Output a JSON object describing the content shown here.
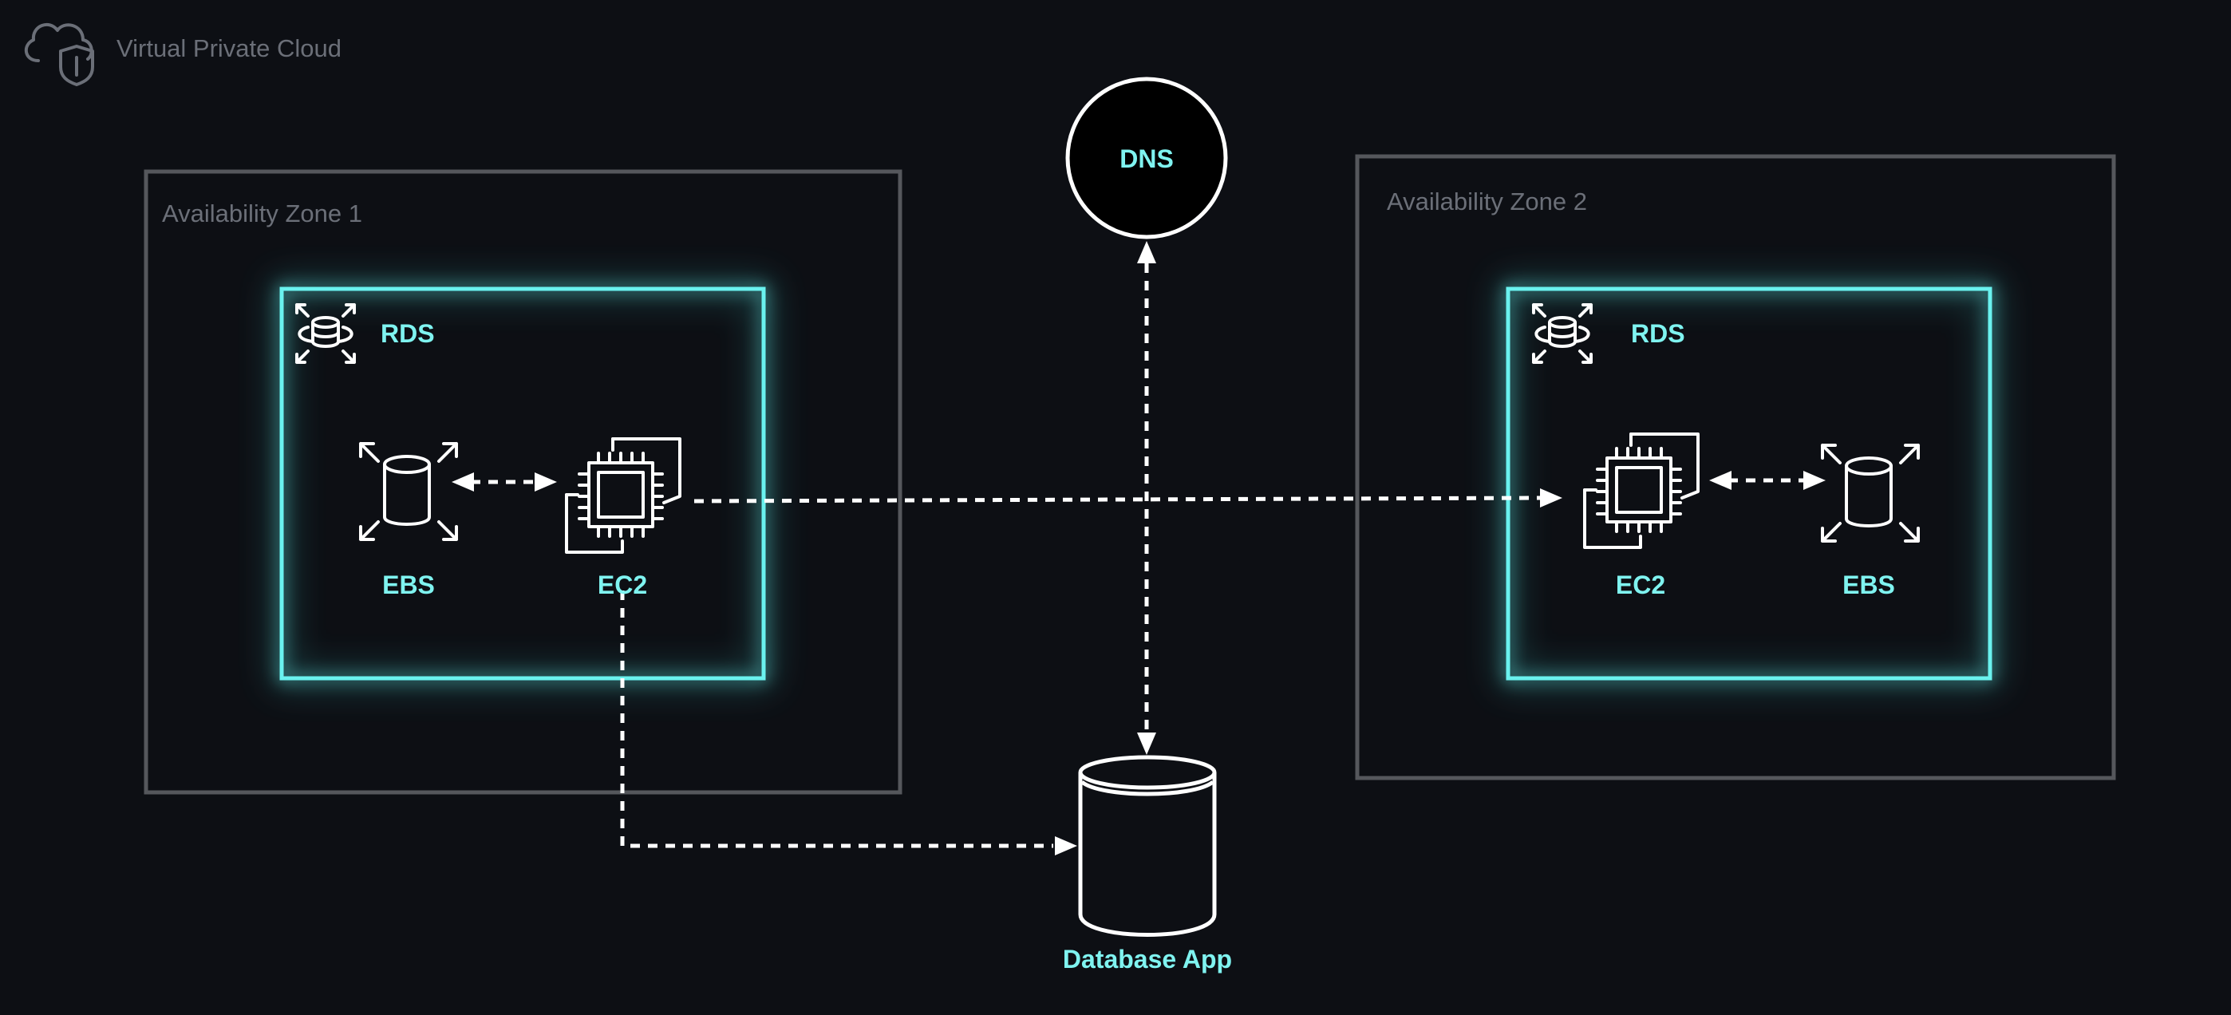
{
  "diagram": {
    "vpc_label": "Virtual Private Cloud",
    "zones": [
      {
        "label": "Availability Zone 1"
      },
      {
        "label": "Availability Zone 2"
      }
    ],
    "rds_groups": [
      {
        "label": "RDS",
        "zone": "Availability Zone 1"
      },
      {
        "label": "RDS",
        "zone": "Availability Zone 2"
      }
    ],
    "nodes": {
      "dns": {
        "label": "DNS"
      },
      "ebs_1": {
        "label": "EBS"
      },
      "ec2_1": {
        "label": "EC2"
      },
      "ec2_2": {
        "label": "EC2"
      },
      "ebs_2": {
        "label": "EBS"
      },
      "database_app": {
        "label": "Database App"
      }
    },
    "connections": [
      {
        "from": "EBS",
        "to": "EC2",
        "zone": "Availability Zone 1",
        "style": "dashed",
        "direction": "both"
      },
      {
        "from": "EC2",
        "to": "EBS",
        "zone": "Availability Zone 2",
        "style": "dashed",
        "direction": "both"
      },
      {
        "from": "EC2 (Zone 1)",
        "to": "EC2 (Zone 2)",
        "style": "dashed",
        "direction": "forward"
      },
      {
        "from": "DNS",
        "to": "Database App",
        "style": "dashed",
        "direction": "both"
      },
      {
        "from": "EC2 (Zone 1)",
        "to": "Database App",
        "style": "dashed",
        "direction": "forward"
      }
    ],
    "colors": {
      "background": "#0d0f14",
      "zone_border": "#55575c",
      "rds_border": "#6af2ef",
      "accent_text": "#7ff3f0",
      "muted_text": "#6b6f78",
      "icon": "#ffffff"
    }
  }
}
